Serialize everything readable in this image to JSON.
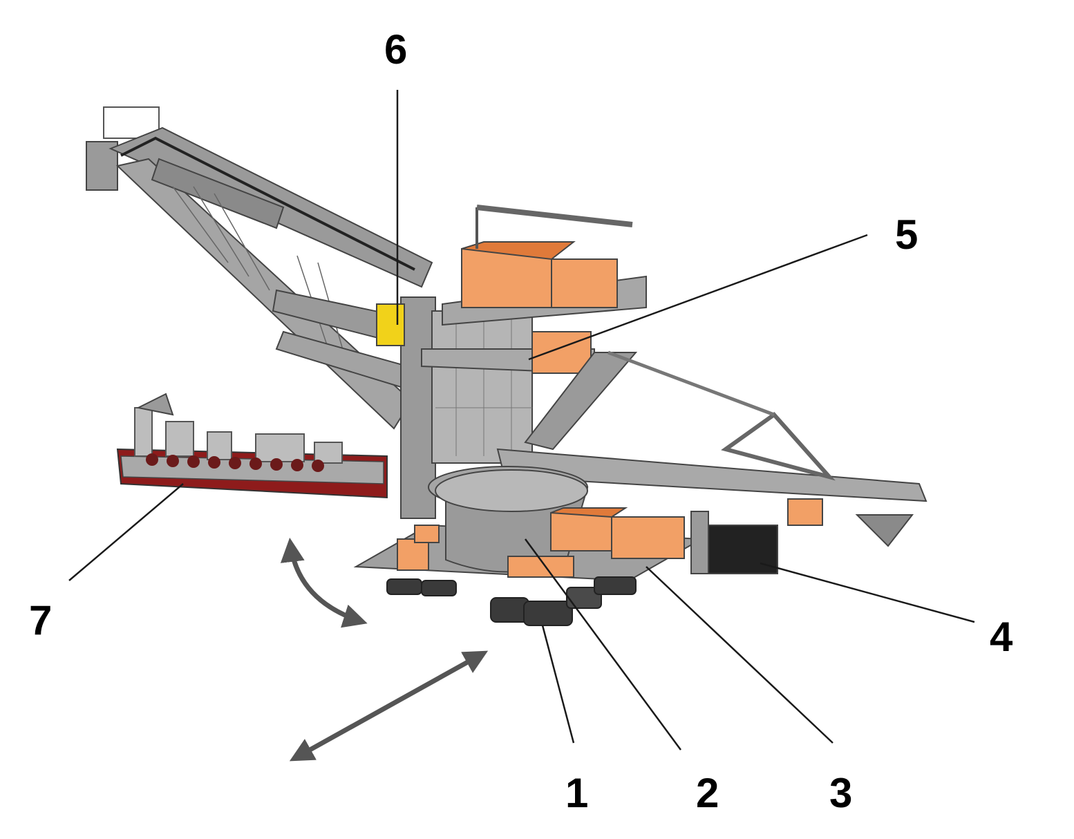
{
  "labels": {
    "l1": "1",
    "l2": "2",
    "l3": "3",
    "l4": "4",
    "l5": "5",
    "l6": "6",
    "l7": "7"
  },
  "colors": {
    "steel": "#9a9a9a",
    "steel_dark": "#6e6e6e",
    "steel_light": "#bdbdbd",
    "house_orange": "#f2a066",
    "house_orange_dark": "#e07a3a",
    "cabin_yellow": "#f1d21a",
    "bucket_red": "#8e1b1b",
    "line": "#1a1a1a",
    "arrow": "#555555"
  }
}
